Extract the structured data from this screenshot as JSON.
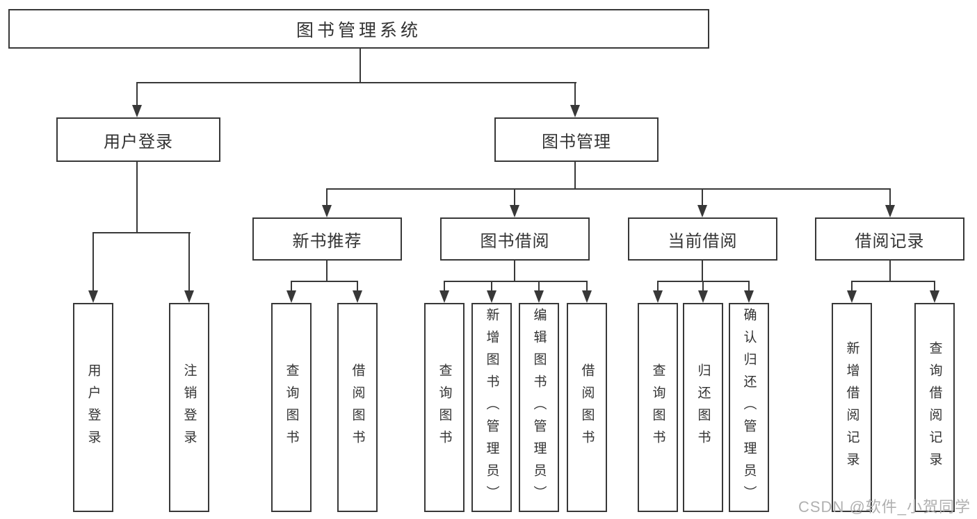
{
  "colors": {
    "line": "#383838",
    "text": "#333333",
    "box_background": "#ffffff",
    "watermark": "#b0b0b0"
  },
  "watermark": {
    "text": "CSDN @软件_小贺同学"
  },
  "nodes": {
    "root": "图书管理系统",
    "user_login": "用户登录",
    "book_management": "图书管理",
    "new_book_recommend": "新书推荐",
    "book_borrow": "图书借阅",
    "current_borrow": "当前借阅",
    "borrow_records": "借阅记录",
    "leaves": {
      "user_login": [
        "用户登录",
        "注销登录"
      ],
      "new_book_recommend": [
        "查询图书",
        "借阅图书"
      ],
      "book_borrow": [
        "查询图书",
        "新增图书（管理员）",
        "编辑图书（管理员）",
        "借阅图书"
      ],
      "current_borrow": [
        "查询图书",
        "归还图书",
        "确认归还（管理员）"
      ],
      "borrow_records": [
        "新增借阅记录",
        "查询借阅记录"
      ]
    }
  }
}
